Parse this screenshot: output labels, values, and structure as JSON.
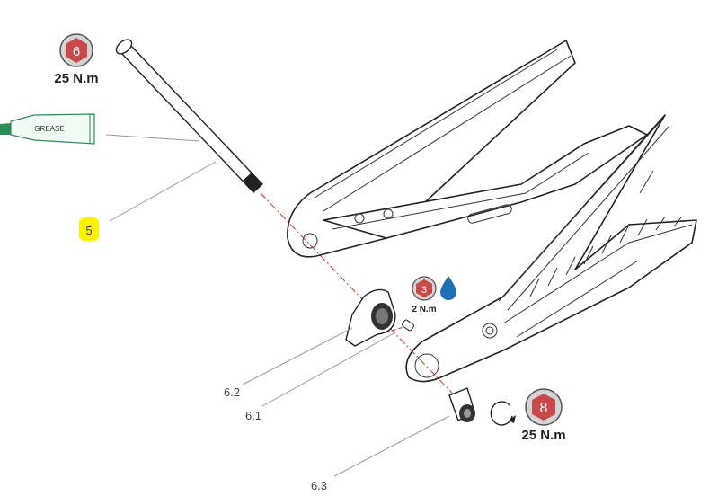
{
  "callouts": {
    "part_5": "5",
    "part_6_1": "6.1",
    "part_6_2": "6.2",
    "part_6_3": "6.3"
  },
  "grease_tube": {
    "label": "GREASE"
  },
  "torque_specs": [
    {
      "tool_size": "6",
      "torque": "25 N.m",
      "icon": "hex-key-icon"
    },
    {
      "tool_size": "3",
      "torque": "2 N.m",
      "icon": "hex-key-icon",
      "extra_icon": "threadlocker-drop-icon"
    },
    {
      "tool_size": "8",
      "torque": "25 N.m",
      "icon": "hex-key-icon",
      "extra_icon": "rotate-clockwise-icon"
    }
  ],
  "colors": {
    "badge_red": "#c9484a",
    "badge_ring": "#d4d4d4",
    "drop_blue": "#1f6fb5",
    "highlight": "#fff200",
    "grease_green": "#2e8b57",
    "axis_dash": "#c0392b"
  }
}
